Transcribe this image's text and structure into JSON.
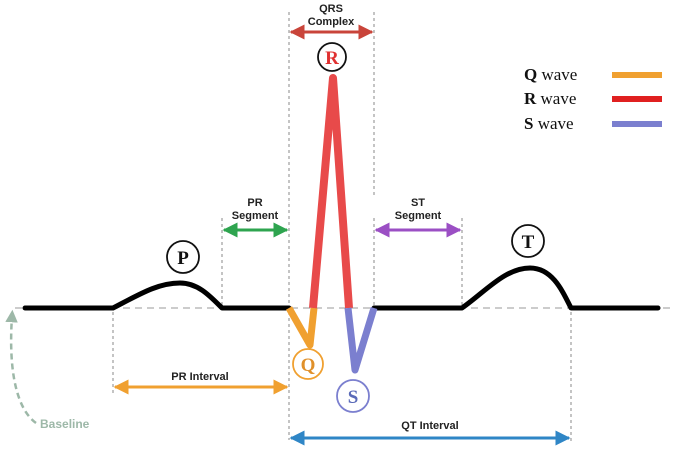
{
  "labels": {
    "qrs_complex": [
      "QRS",
      "Complex"
    ],
    "pr_segment": [
      "PR",
      "Segment"
    ],
    "st_segment": [
      "ST",
      "Segment"
    ],
    "pr_interval": "PR Interval",
    "qt_interval": "QT Interval",
    "baseline": "Baseline"
  },
  "waves": {
    "p": "P",
    "q": "Q",
    "r": "R",
    "s": "S",
    "t": "T"
  },
  "legend": [
    {
      "letter": "Q",
      "text": "wave",
      "color": "#f0a030"
    },
    {
      "letter": "R",
      "text": "wave",
      "color": "#e02020"
    },
    {
      "letter": "S",
      "text": "wave",
      "color": "#7b7fcf"
    }
  ],
  "colors": {
    "qrs_arrow": "#c9443a",
    "pr_segment_arrow": "#2ea44f",
    "st_segment_arrow": "#9b4fc4",
    "pr_interval_arrow": "#f0a030",
    "qt_interval_arrow": "#2f86c6",
    "r_circle_text": "#e03030",
    "q_circle_text": "#e0902a",
    "s_circle_text": "#5a6ab8",
    "baseline": "#9db8a8",
    "trace": "#000000",
    "q_wave": "#f0a030",
    "r_wave": "#e84a4a",
    "s_wave": "#7b7fcf"
  }
}
